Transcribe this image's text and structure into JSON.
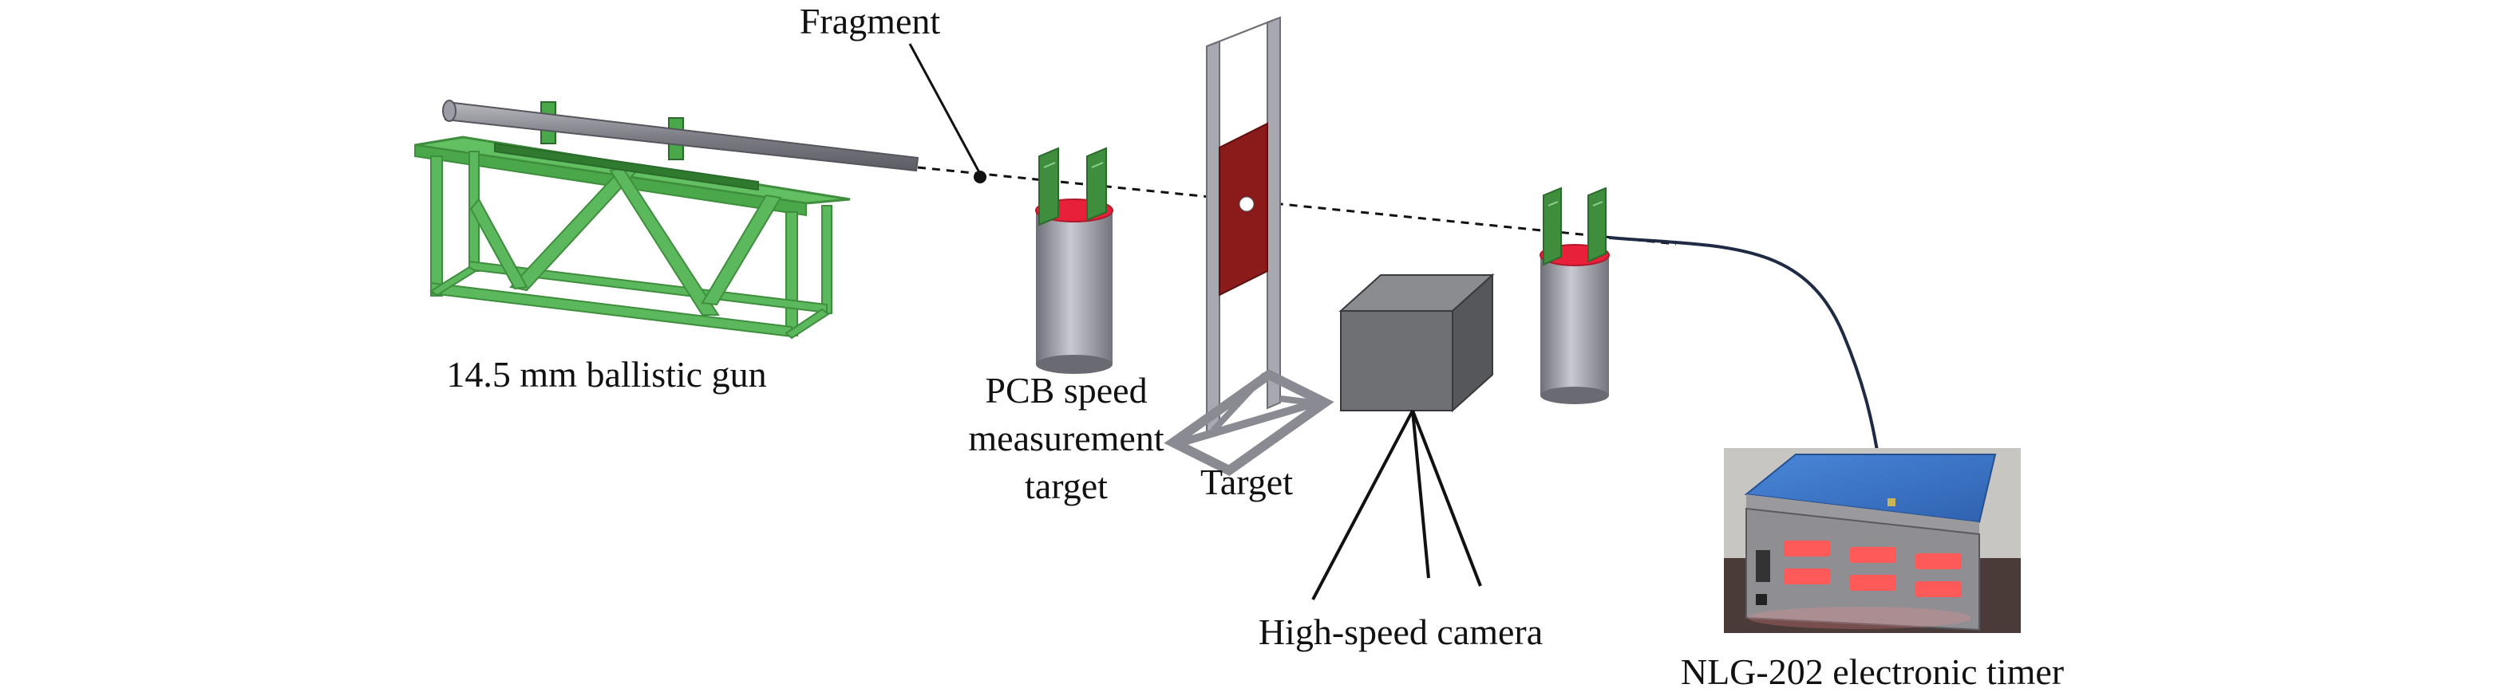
{
  "labels": {
    "fragment": "Fragment",
    "gun": "14.5 mm ballistic gun",
    "pcb_line1": "PCB speed",
    "pcb_line2": "measurement",
    "pcb_line3": "target",
    "target": "Target",
    "camera": "High-speed camera",
    "timer": "NLG-202 electronic timer"
  },
  "colors": {
    "frame_green": "#5cb85c",
    "frame_green_dark": "#3e8e3e",
    "barrel_gray": "#8a8a92",
    "cylinder_gray": "#9a9aa4",
    "target_red": "#8b1a1a",
    "sensor_red": "#e8203a",
    "stand_gray": "#a8a8b0",
    "camera_gray": "#6e7074",
    "cable_blue": "#1f2a44",
    "timer_blue": "#3a74c8",
    "timer_panel": "#8f8f93",
    "display_red": "#ff5a5a"
  },
  "icons": {
    "gun": "ballistic-gun-icon",
    "pcb_target": "pcb-speed-target-icon",
    "target": "target-frame-icon",
    "camera": "high-speed-camera-icon",
    "timer": "electronic-timer-photo-icon"
  }
}
